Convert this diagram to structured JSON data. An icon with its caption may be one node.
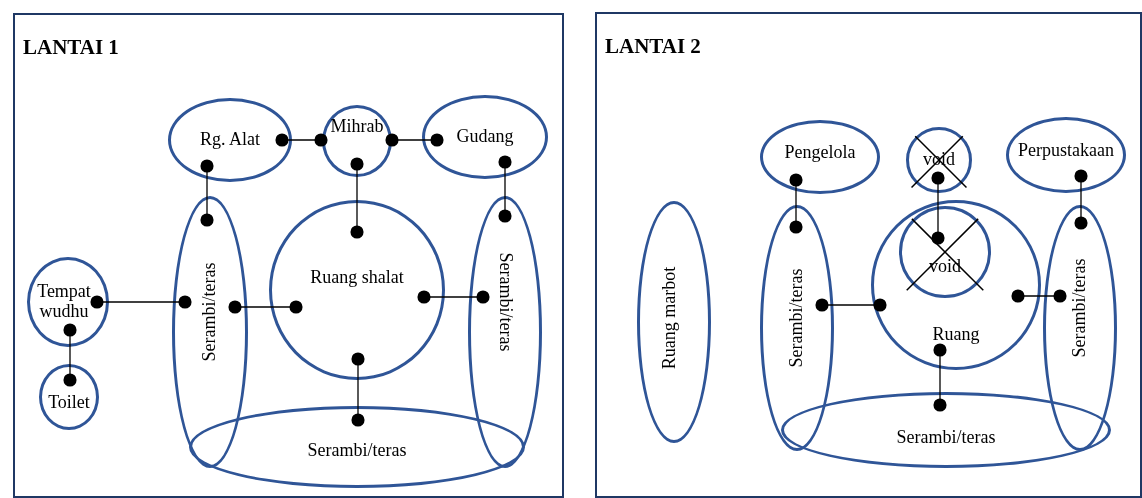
{
  "diagram": {
    "nodes": [
      {
        "text": [
          "LANTAI 1"
        ]
      },
      {
        "text": [
          "Rg. Alat"
        ],
        "in": 0
      },
      {
        "text": [
          "Mihrab"
        ],
        "in": 0
      },
      {
        "text": [
          "Gudang"
        ],
        "in": 0
      },
      {
        "text": [
          "Serambi/teras"
        ],
        "in": 0
      },
      {
        "text": [
          "Ruang shalat"
        ],
        "in": 0
      },
      {
        "text": [
          "Serambi/teras"
        ],
        "in": 0
      },
      {
        "text": [
          "Tempat wudhu"
        ],
        "in": 0
      },
      {
        "text": [
          "Toilet"
        ],
        "in": 0
      },
      {
        "text": [
          "Serambi/teras"
        ],
        "in": 0
      },
      {
        "text": [
          "LANTAI 2"
        ]
      },
      {
        "text": [
          "Ruang marbot"
        ],
        "in": 10
      },
      {
        "text": [
          "Pengelola"
        ],
        "in": 10
      },
      {
        "text": [
          "void"
        ],
        "in": 10
      },
      {
        "text": [
          "Perpustakaan"
        ],
        "in": 10
      },
      {
        "text": [
          "Serambi/teras"
        ],
        "in": 10
      },
      {
        "text": [
          "Ruang"
        ],
        "in": 10
      },
      {
        "text": [
          "void"
        ],
        "in": 16
      },
      {
        "text": [
          "Serambi/teras"
        ],
        "in": 10
      },
      {
        "text": [
          "Serambi/teras"
        ],
        "in": 10
      }
    ],
    "edges": [
      {
        "from": 1,
        "to": 2,
        "arrow": "other"
      },
      {
        "from": 2,
        "to": 3,
        "arrow": "other"
      },
      {
        "from": 1,
        "to": 4,
        "arrow": "other"
      },
      {
        "from": 2,
        "to": 5,
        "arrow": "other"
      },
      {
        "from": 3,
        "to": 6,
        "arrow": "other"
      },
      {
        "from": 7,
        "to": 4,
        "arrow": "other"
      },
      {
        "from": 4,
        "to": 5,
        "arrow": "other"
      },
      {
        "from": 5,
        "to": 6,
        "arrow": "other"
      },
      {
        "from": 7,
        "to": 8,
        "arrow": "other"
      },
      {
        "from": 5,
        "to": 9,
        "arrow": "other"
      },
      {
        "from": 12,
        "to": 15,
        "arrow": "other"
      },
      {
        "from": 13,
        "to": 17,
        "arrow": "other"
      },
      {
        "from": 14,
        "to": 18,
        "arrow": "other"
      },
      {
        "from": 15,
        "to": 16,
        "arrow": "other"
      },
      {
        "from": 16,
        "to": 18,
        "arrow": "other"
      },
      {
        "from": 16,
        "to": 19,
        "arrow": "other"
      }
    ]
  }
}
